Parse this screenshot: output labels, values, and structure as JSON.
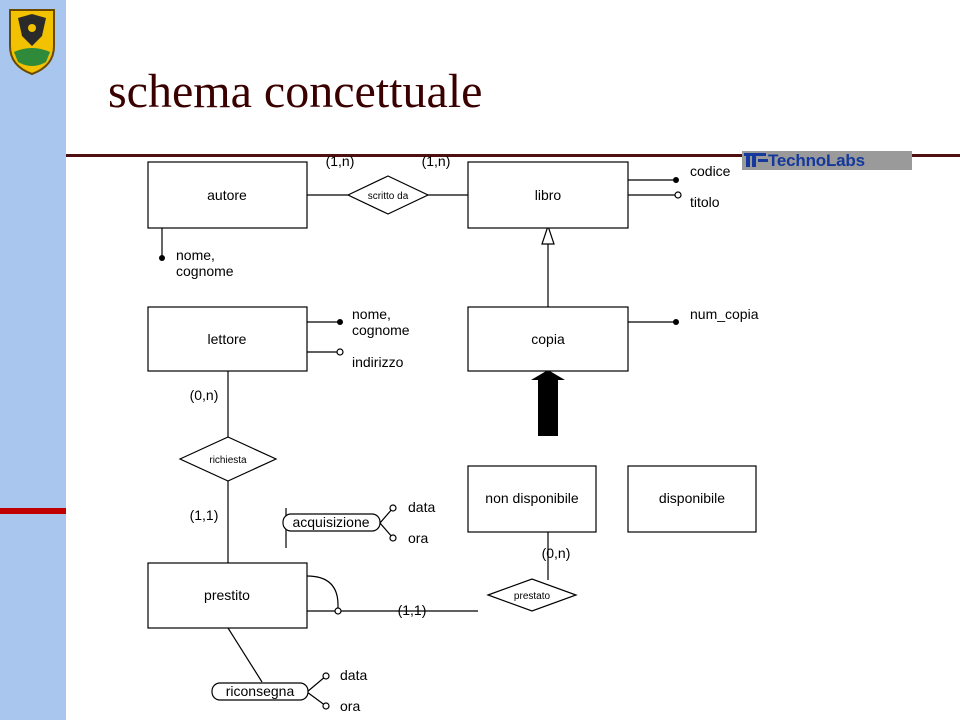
{
  "slide": {
    "title": "schema concettuale"
  },
  "logo": {
    "text": "TechnoLabs"
  },
  "entities": {
    "autore": "autore",
    "libro": "libro",
    "lettore": "lettore",
    "copia": "copia",
    "prestito": "prestito",
    "non_disponibile": "non disponibile",
    "disponibile": "disponibile"
  },
  "relationships": {
    "scritto_da": "scritto da",
    "richiesta": "richiesta",
    "acquisizione": "acquisizione",
    "prestato": "prestato",
    "riconsegna": "riconsegna"
  },
  "cardinalities": {
    "autore_scritto": "(1,n)",
    "libro_scritto": "(1,n)",
    "lettore_richiesta": "(0,n)",
    "richiesta_prestito": "(1,1)",
    "non_disp_prestato": "(0,n)",
    "prestito_prestato": "(1,1)"
  },
  "attributes": {
    "libro_codice": "codice",
    "libro_titolo": "titolo",
    "autore_nome": "nome,",
    "autore_cognome": "cognome",
    "lettore_nome": "nome,",
    "lettore_cognome": "cognome",
    "lettore_indirizzo": "indirizzo",
    "copia_num": "num_copia",
    "acq_data": "data",
    "acq_ora": "ora",
    "ric_data": "data",
    "ric_ora": "ora"
  }
}
